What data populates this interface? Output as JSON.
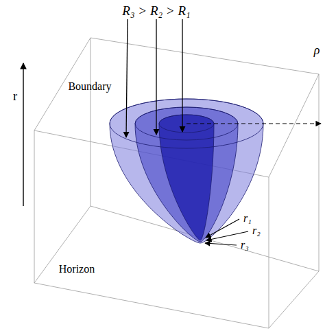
{
  "diagram": {
    "labels": [
      "R₃ > R₂ > R₁",
      "Boundary",
      "Horizon",
      "ρ",
      "r",
      "r₁",
      "r₂",
      "r₃"
    ]
  }
}
